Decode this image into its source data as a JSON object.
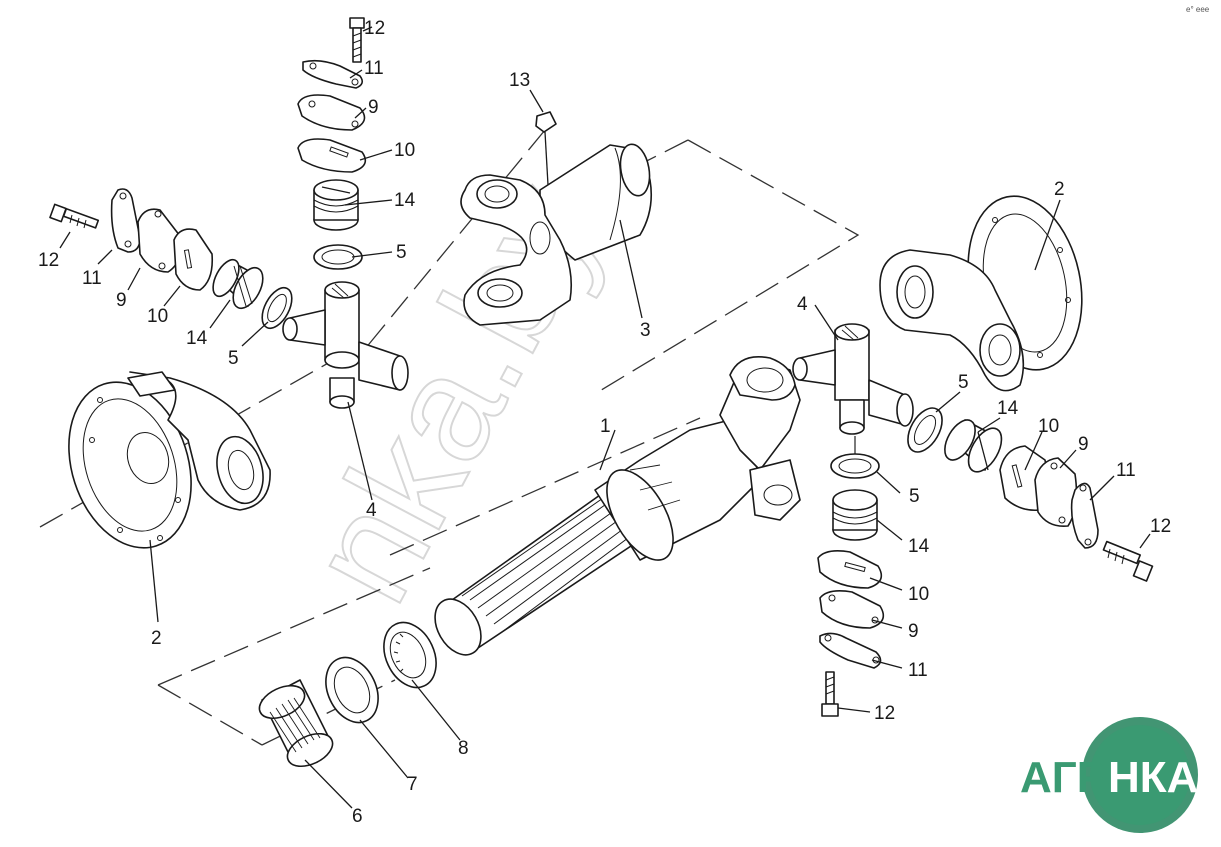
{
  "diagram": {
    "part_labels": {
      "p1": "1",
      "p2a": "2",
      "p2b": "2",
      "p3": "3",
      "p4a": "4",
      "p4b": "4",
      "p5a": "5",
      "p5b": "5",
      "p5c": "5",
      "p5d": "5",
      "p6": "6",
      "p7": "7",
      "p8": "8",
      "p9a": "9",
      "p9b": "9",
      "p9c": "9",
      "p9d": "9",
      "p10a": "10",
      "p10b": "10",
      "p10c": "10",
      "p10d": "10",
      "p11a": "11",
      "p11b": "11",
      "p11c": "11",
      "p11d": "11",
      "p12a": "12",
      "p12b": "12",
      "p12c": "12",
      "p12d": "12",
      "p13": "13",
      "p14a": "14",
      "p14b": "14",
      "p14c": "14",
      "p14d": "14"
    },
    "watermark": "nka.by",
    "corner_mark": "e° eee",
    "logo": {
      "left": "АГРО",
      "right": "НКА",
      "circle_color": "#2e8a64",
      "text_color": "#3a9a72"
    }
  }
}
